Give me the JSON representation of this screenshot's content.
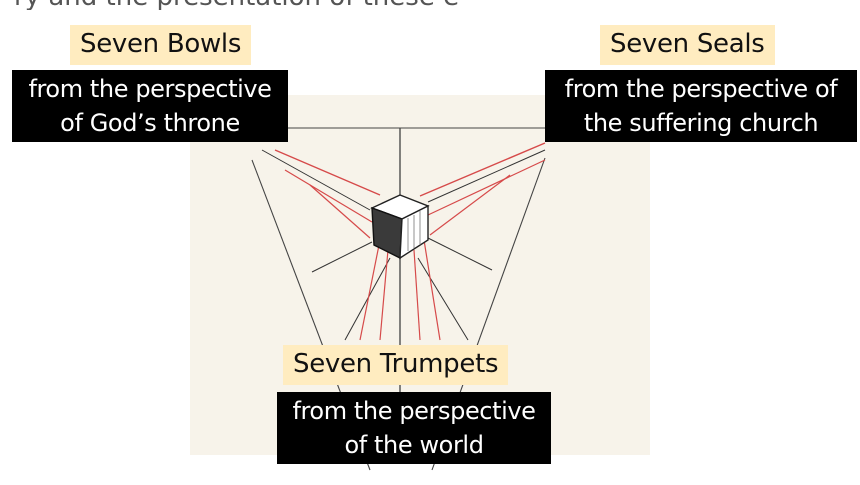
{
  "top_fragment": "ry and the presentation of these events",
  "labels": {
    "bowls": {
      "title": "Seven Bowls",
      "line1": "from the perspective",
      "line2": "of God’s throne"
    },
    "seals": {
      "title": "Seven Seals",
      "line1": "from the perspective of",
      "line2": "the suffering church"
    },
    "trumpets": {
      "title": "Seven Trumpets",
      "line1": "from the perspective",
      "line2": "of the world"
    }
  },
  "colors": {
    "title_bg": "#ffecc0",
    "caption_bg": "#000000",
    "paper": "#f7f3ea",
    "red_line": "#d64a4a",
    "ink": "#333333"
  }
}
